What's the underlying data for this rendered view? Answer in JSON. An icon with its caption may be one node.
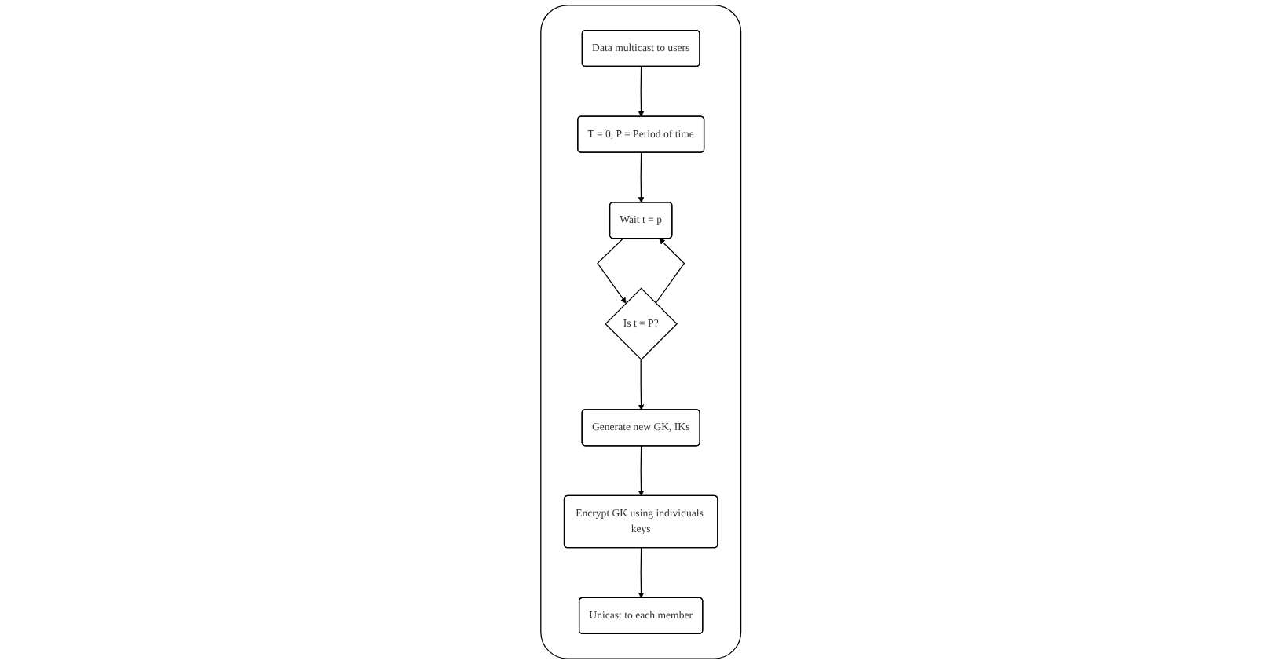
{
  "diagram": {
    "nodes": [
      {
        "text": [],
        "shape": "box"
      },
      {
        "text": [
          "Data multicast to users"
        ],
        "in": 0
      },
      {
        "text": [
          "T = 0, P = Period of time"
        ],
        "in": 0
      },
      {
        "text": [
          "Wait t = p"
        ],
        "in": 0
      },
      {
        "text": [
          "Is t = P?"
        ],
        "in": 0
      },
      {
        "text": [
          "Generate new GK, IKs"
        ],
        "in": 0
      },
      {
        "text": [
          "Encrypt GK using individuals keys"
        ],
        "in": 0
      },
      {
        "text": [
          "Unicast to each member"
        ],
        "in": 0
      }
    ],
    "edges": [
      {
        "from": 1,
        "to": 2,
        "arrow": "to"
      },
      {
        "from": 2,
        "to": 3,
        "arrow": "to"
      },
      {
        "from": 3,
        "to": 4,
        "arrow": "to"
      },
      {
        "from": 4,
        "to": 3,
        "arrow": "to"
      },
      {
        "from": 4,
        "to": 5,
        "arrow": "to"
      },
      {
        "from": 5,
        "to": 6,
        "arrow": "to"
      },
      {
        "from": 6,
        "to": 7,
        "arrow": "to"
      }
    ]
  }
}
